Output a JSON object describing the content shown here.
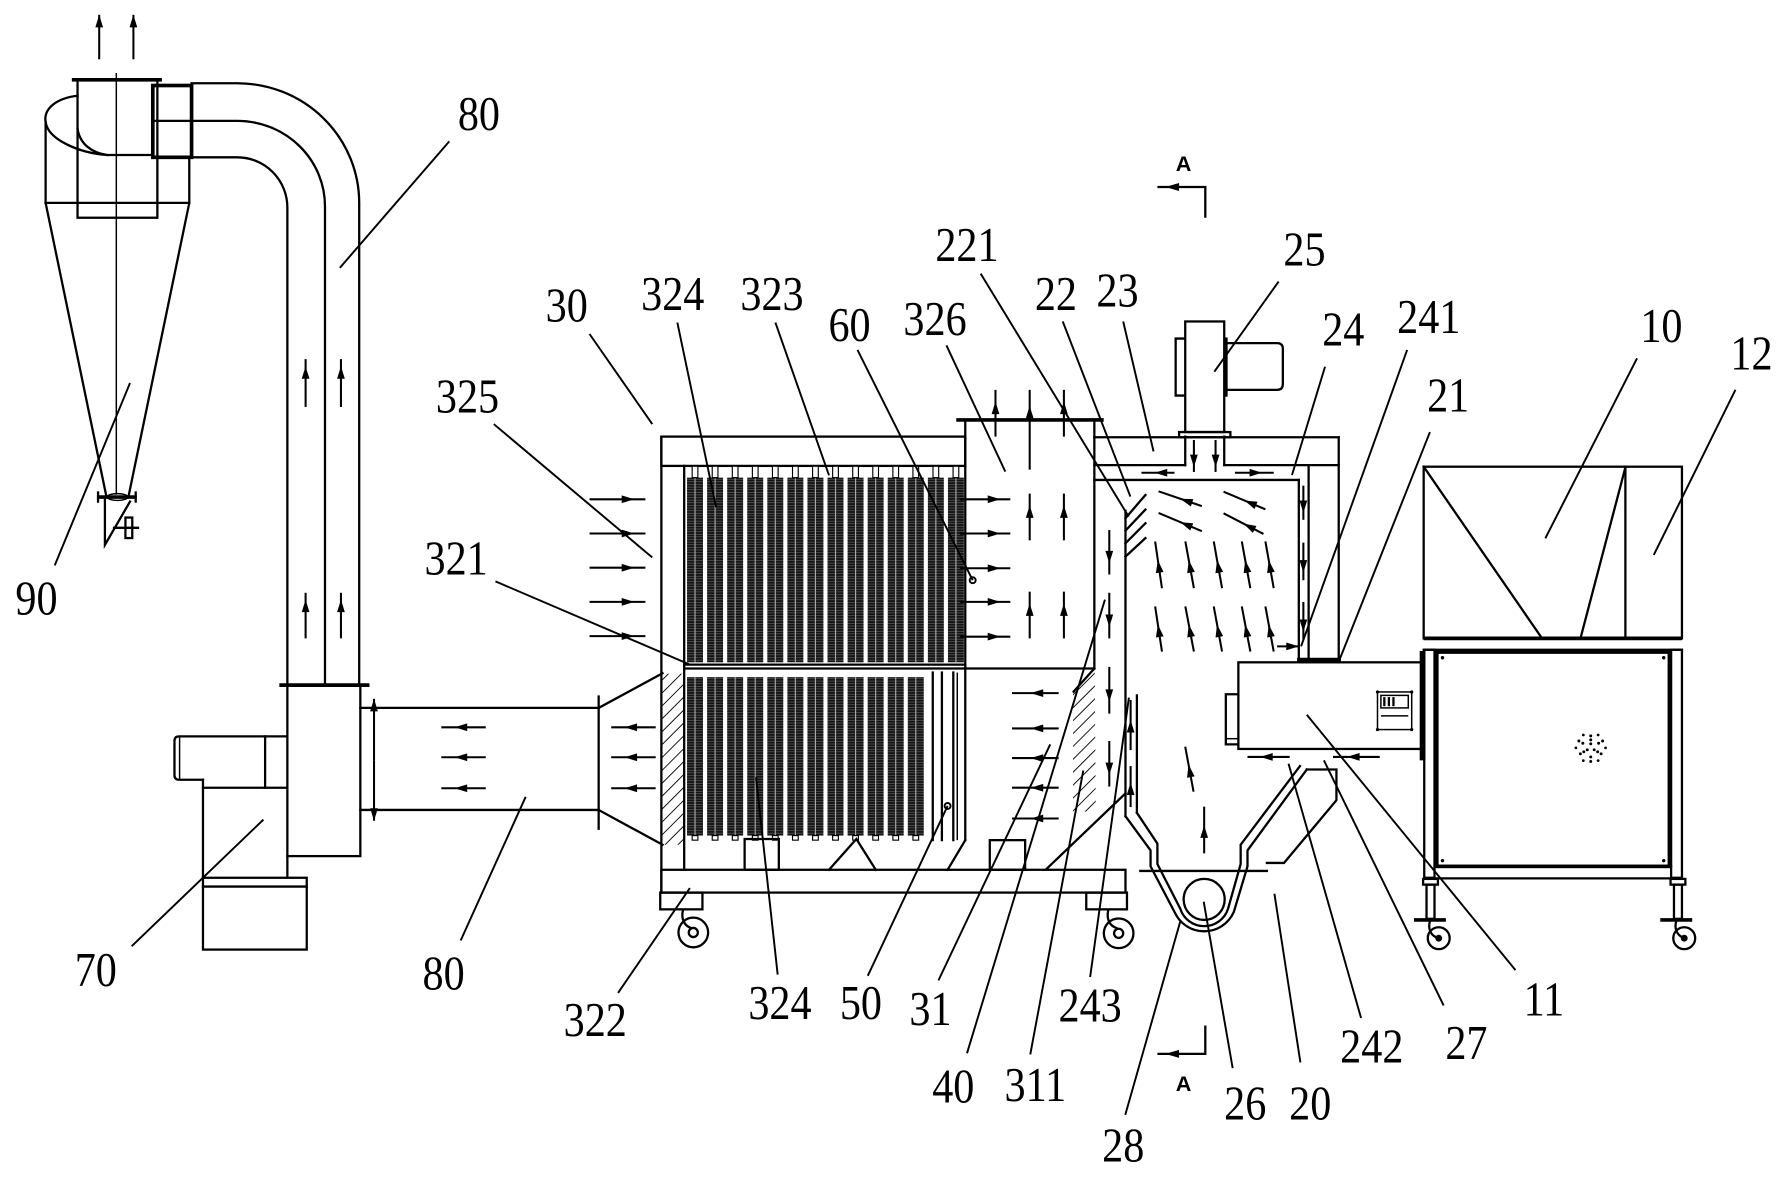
{
  "figure": {
    "reference_numerals": [
      "90",
      "80",
      "80",
      "70",
      "30",
      "325",
      "321",
      "324",
      "323",
      "60",
      "326",
      "221",
      "22",
      "23",
      "25",
      "24",
      "241",
      "21",
      "10",
      "12",
      "322",
      "324",
      "50",
      "31",
      "40",
      "311",
      "243",
      "28",
      "26",
      "20",
      "242",
      "27",
      "11"
    ],
    "section_marks": [
      "A",
      "A"
    ]
  }
}
